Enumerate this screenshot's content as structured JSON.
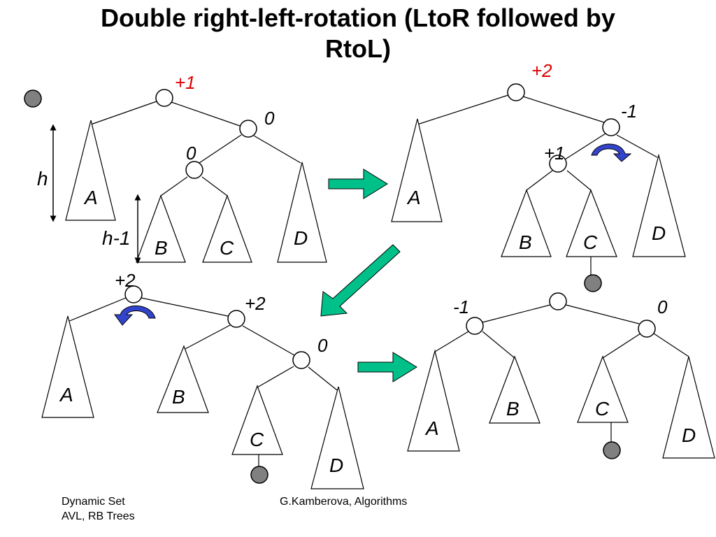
{
  "title": {
    "line1": "Double  right-left-rotation (LtoR followed by",
    "line2": "RtoL)"
  },
  "colors": {
    "arrow_fill": "#00c08a",
    "rotate_arrow": "#3344cc",
    "balance_red": "#e00000",
    "leaf_gray": "#808080"
  },
  "panel1": {
    "root_balance": "+1",
    "right_balance": "0",
    "inner_balance": "0",
    "height_label": "h",
    "height_minus_label": "h-1",
    "subtrees": [
      "A",
      "B",
      "C",
      "D"
    ]
  },
  "panel2": {
    "root_balance": "+2",
    "right_balance": "-1",
    "inner_balance": "+1",
    "subtrees": [
      "A",
      "B",
      "C",
      "D"
    ]
  },
  "panel3": {
    "root_balance": "+2",
    "right_balance": "+2",
    "inner_balance": "0",
    "subtrees": [
      "A",
      "B",
      "C",
      "D"
    ]
  },
  "panel4": {
    "left_balance": "-1",
    "right_balance": "0",
    "subtrees": [
      "A",
      "B",
      "C",
      "D"
    ]
  },
  "footer": {
    "left_line1": "Dynamic Set",
    "left_line2": "AVL, RB Trees",
    "center": "G.Kamberova, Algorithms"
  }
}
